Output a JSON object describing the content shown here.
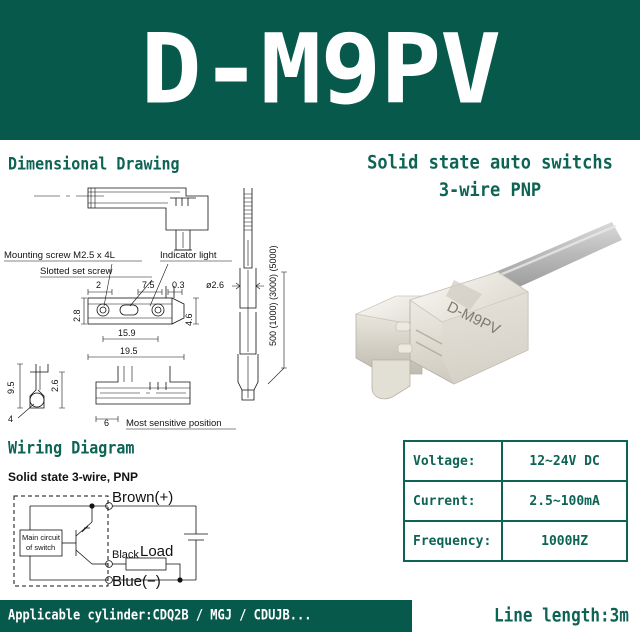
{
  "header": {
    "title": "D-M9PV"
  },
  "product": {
    "subtitle_line1": "Solid state auto switchs",
    "subtitle_line2": "3-wire PNP",
    "photo_label": "D-M9PV",
    "photo_alt": "beige rectangular auto switch sensor with grey cable"
  },
  "dimensional_drawing": {
    "heading": "Dimensional Drawing",
    "labels": {
      "mounting_screw": "Mounting screw M2.5 x 4L",
      "slotted_set_screw": "Slotted set screw",
      "indicator_light": "Indicator light",
      "most_sensitive_position": "Most sensitive position",
      "cable_diameter": "ø2.6",
      "cable_lengths": "500 (1000) (3000) (5000)"
    },
    "dimensions": {
      "d_2": "2",
      "d_7_5": "7.5",
      "d_0_3": "0.3",
      "d_2_8": "2.8",
      "d_15_9": "15.9",
      "d_4_6": "4.6",
      "d_19_5": "19.5",
      "d_9_5": "9.5",
      "d_2_6": "2.6",
      "d_4": "4",
      "d_6": "6"
    }
  },
  "wiring_diagram": {
    "heading": "Wiring Diagram",
    "subheading": "Solid state 3-wire, PNP",
    "block_line1": "Main circuit",
    "block_line2": "of switch",
    "brown": "Brown(+)",
    "black": "Black",
    "load": "Load",
    "blue": "Blue(−)"
  },
  "spec_table": {
    "rows": [
      {
        "key": "Voltage:",
        "value": "12~24V DC"
      },
      {
        "key": "Current:",
        "value": "2.5~100mA"
      },
      {
        "key": "Frequency:",
        "value": "1000HZ"
      }
    ]
  },
  "footer": {
    "applicable": "Applicable cylinder:CDQ2B / MGJ / CDUJB...",
    "line_length": "Line length:3m"
  },
  "colors": {
    "teal_bg": "#07594c",
    "teal_text": "#0d6354",
    "white": "#ffffff",
    "line": "#111111"
  }
}
